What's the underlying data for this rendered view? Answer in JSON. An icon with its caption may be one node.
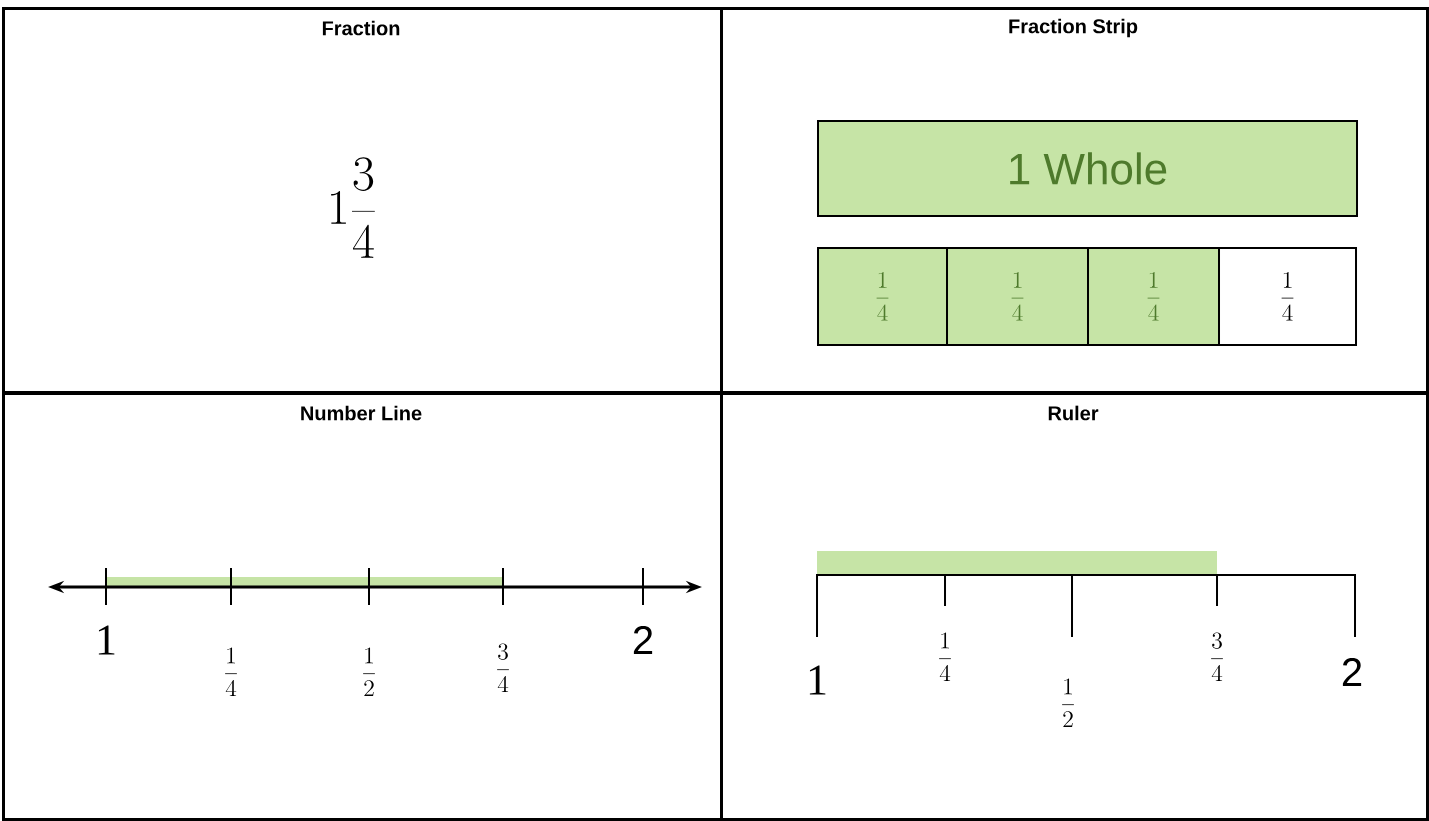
{
  "diagram": {
    "nodes": [
      {
        "text": [
          "Fraction"
        ]
      },
      {
        "text": [
          "Fraction Strip"
        ]
      },
      {
        "text": [
          "Number Line"
        ]
      },
      {
        "text": [
          "Ruler"
        ]
      },
      {
        "text": [
          "1 Whole"
        ],
        "in": 1
      },
      {
        "text": [
          "\\frac{1}{4}"
        ],
        "in": 1
      },
      {
        "text": [
          "\\frac{1}{4}"
        ],
        "in": 1
      },
      {
        "text": [
          "\\frac{1}{4}"
        ],
        "in": 1
      },
      {
        "text": [
          "\\frac{1}{4}"
        ],
        "in": 1
      }
    ],
    "labels": [
      "1\\frac{3}{4}",
      "1",
      "\\frac{1}{4}",
      "\\frac{1}{2}",
      "\\frac{3}{4}",
      "2",
      "1",
      "\\frac{1}{4}",
      "\\frac{1}{2}",
      "\\frac{3}{4}",
      "2"
    ]
  }
}
